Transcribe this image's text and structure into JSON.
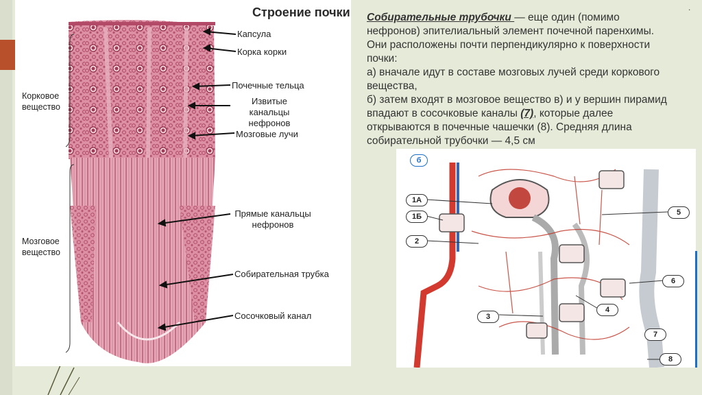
{
  "slide": {
    "accent_color": "#b8502c",
    "background": "#e6ebd9",
    "corner_dot": "."
  },
  "left_figure": {
    "title": "Строение почки",
    "labels": {
      "capsule": "Капсула",
      "cortex_cortex": "Корка корки",
      "renal_corpuscles": "Почечные тельца",
      "convoluted_tubules": "Извитые канальцы нефронов",
      "medullary_rays": "Мозговые лучи",
      "straight_tubules": "Прямые канальцы нефронов",
      "collecting_tube": "Собирательная трубка",
      "papillary_duct": "Сосочковый канал"
    },
    "side_labels": {
      "cortex": "Корковое вещество",
      "medulla": "Мозговое вещество"
    }
  },
  "text": {
    "term": "Собирательные трубочки ",
    "intro": " — еще один (помимо нефронов) эпителиальный элемент почечной паренхимы. Они расположены почти перпендикулярно к поверхности почки:",
    "item_a": "а) вначале идут в составе мозговых лучей среди коркового вещества,",
    "item_b_start": "б) затем входят в мозговое вещество в) и у вершин пирамид впадают в сосочковые каналы ",
    "ref_7": "(7)",
    "item_b_end": ", которые далее открываются в почечные чашечки (8). Средняя длина собирательной трубочки — 4,5 см"
  },
  "right_figure": {
    "letter": "б",
    "labels": [
      "1А",
      "1Б",
      "2",
      "3",
      "4",
      "5",
      "6",
      "7",
      "8"
    ]
  }
}
